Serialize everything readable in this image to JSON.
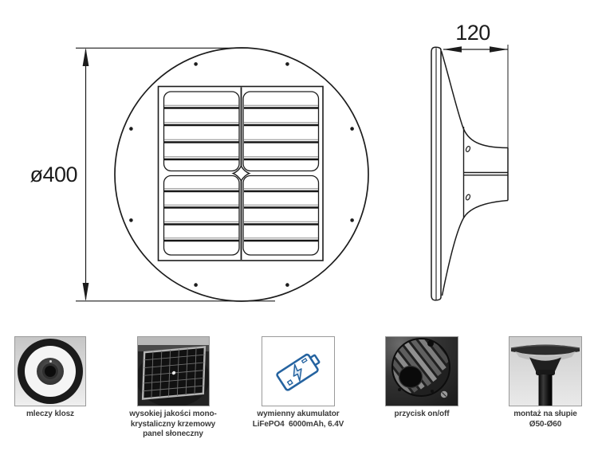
{
  "page": {
    "background": "#ffffff",
    "line_color": "#1c1c1c"
  },
  "drawing": {
    "top_view": {
      "name": "lamp-top-view",
      "diameter_label": "ø400",
      "screw_hole_count": 8,
      "panel_columns": 2,
      "panel_rows_per_column": 10
    },
    "side_view": {
      "name": "lamp-side-view",
      "width_label": "120"
    }
  },
  "features": [
    {
      "icon": "milky-diffuser-photo",
      "caption": "mleczy klosz"
    },
    {
      "icon": "solar-panel-photo",
      "caption": "wysokiej jakości mono-\nkrystaliczny krzemowy\npanel słoneczny"
    },
    {
      "icon": "battery-icon",
      "caption": "wymienny akumulator\nLiFePO4  6000mAh, 6.4V",
      "accent_color": "#2563a0"
    },
    {
      "icon": "on-off-button-photo",
      "caption": "przycisk on/off"
    },
    {
      "icon": "pole-mount-photo",
      "caption": "montaż na słupie\nØ50-Ø60"
    }
  ]
}
